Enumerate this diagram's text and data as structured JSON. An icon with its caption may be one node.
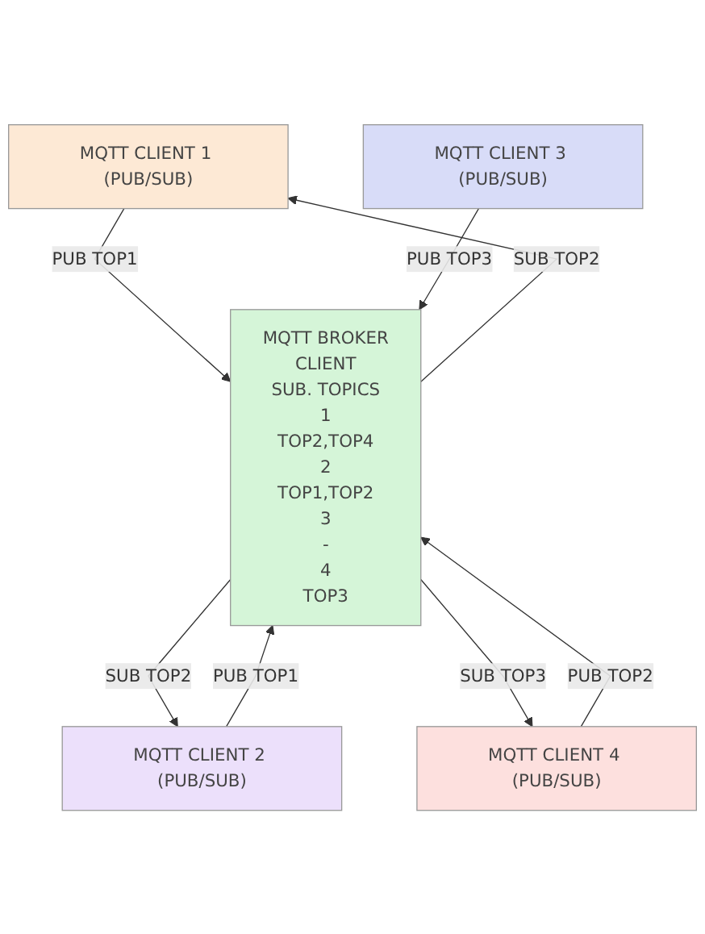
{
  "diagram": {
    "nodes": [
      {
        "text": [
          "MQTT CLIENT 1 (PUB/SUB)"
        ]
      },
      {
        "text": [
          "MQTT CLIENT 2 (PUB/SUB)"
        ]
      },
      {
        "text": [
          "MQTT BROKER",
          "CLIENT",
          "SUB. TOPICS",
          "1",
          "TOP2,TOP4",
          "2",
          "TOP1,TOP2",
          "3",
          "-",
          "4",
          "TOP3"
        ]
      },
      {
        "text": [
          "MQTT CLIENT 3 (PUB/SUB)"
        ]
      },
      {
        "text": [
          "MQTT CLIENT 4 (PUB/SUB)"
        ]
      }
    ],
    "edges": [
      {
        "from": 0,
        "to": 2,
        "arrow": "to",
        "label": "PUB TOP1"
      },
      {
        "from": 2,
        "to": 0,
        "arrow": "to",
        "label": "SUB TOP2"
      },
      {
        "from": 1,
        "to": 2,
        "arrow": "to",
        "label": "PUB TOP1"
      },
      {
        "from": 2,
        "to": 1,
        "arrow": "to",
        "label": "SUB TOP2"
      },
      {
        "from": 3,
        "to": 2,
        "arrow": "to",
        "label": "PUB TOP3"
      },
      {
        "from": 2,
        "to": 4,
        "arrow": "to",
        "label": "SUB TOP3"
      },
      {
        "from": 4,
        "to": 2,
        "arrow": "to",
        "label": "PUB TOP2"
      }
    ]
  }
}
